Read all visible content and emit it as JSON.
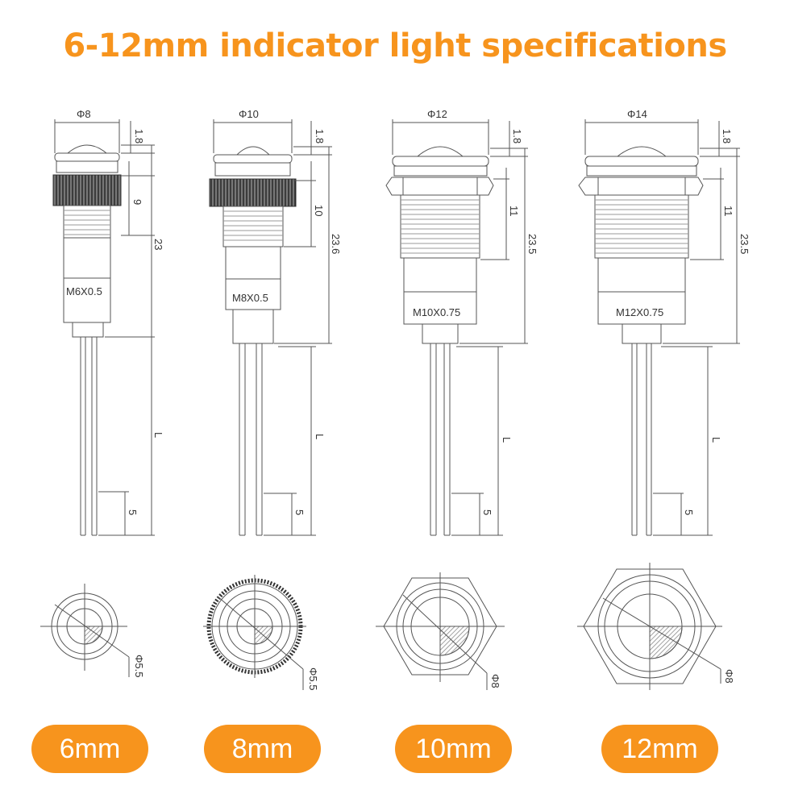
{
  "title": "6-12mm indicator light specifications",
  "colors": {
    "accent": "#F7941D",
    "line": "#555555",
    "hatch": "#9a9a9a"
  },
  "models": [
    {
      "size_label": "6mm",
      "diameter": "Φ8",
      "head_height": "1.8",
      "nut_height": "9",
      "total_height": "23",
      "thread": "M6X0.5",
      "lead_length": "L",
      "lead_tip": "5",
      "lens_diameter": "Φ5.5"
    },
    {
      "size_label": "8mm",
      "diameter": "Φ10",
      "head_height": "1.8",
      "nut_height": "10",
      "total_height": "23.6",
      "thread": "M8X0.5",
      "lead_length": "L",
      "lead_tip": "5",
      "lens_diameter": "Φ5.5"
    },
    {
      "size_label": "10mm",
      "diameter": "Φ12",
      "head_height": "1.8",
      "nut_height": "11",
      "total_height": "23.5",
      "thread": "M10X0.75",
      "lead_length": "L",
      "lead_tip": "5",
      "lens_diameter": "Φ8"
    },
    {
      "size_label": "12mm",
      "diameter": "Φ14",
      "head_height": "1.8",
      "nut_height": "11",
      "total_height": "23.5",
      "thread": "M12X0.75",
      "lead_length": "L",
      "lead_tip": "5",
      "lens_diameter": "Φ8"
    }
  ]
}
